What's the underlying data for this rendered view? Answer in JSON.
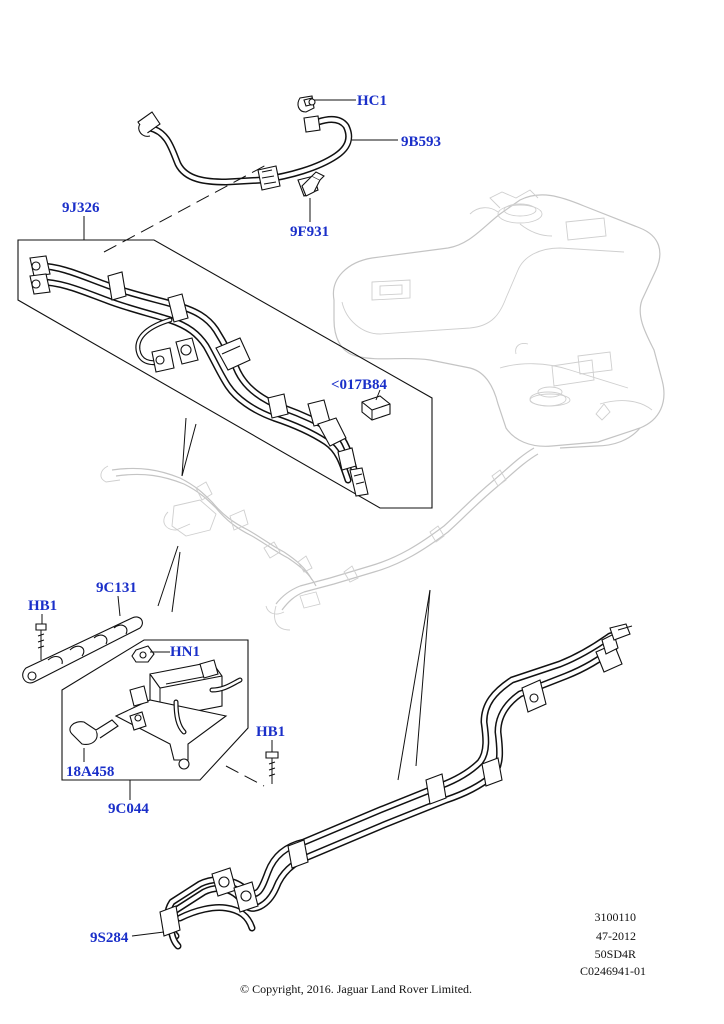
{
  "labels": {
    "hc1": "HC1",
    "9b593": "9B593",
    "9j326": "9J326",
    "9f931": "9F931",
    "017b84": "<017B84",
    "9c131": "9C131",
    "hb1_left": "HB1",
    "hn1": "HN1",
    "hb1_right": "HB1",
    "18a458": "18A458",
    "9c044": "9C044",
    "9s284": "9S284"
  },
  "reference": {
    "line1": "3100110",
    "line2": "47-2012",
    "line3": "50SD4R",
    "line4": "C0246941-01"
  },
  "copyright": "© Copyright, 2016. Jaguar Land Rover Limited.",
  "colors": {
    "label": "#1a2fc9",
    "line": "#111111",
    "ghost": "#c4c4c4",
    "background": "#ffffff"
  }
}
